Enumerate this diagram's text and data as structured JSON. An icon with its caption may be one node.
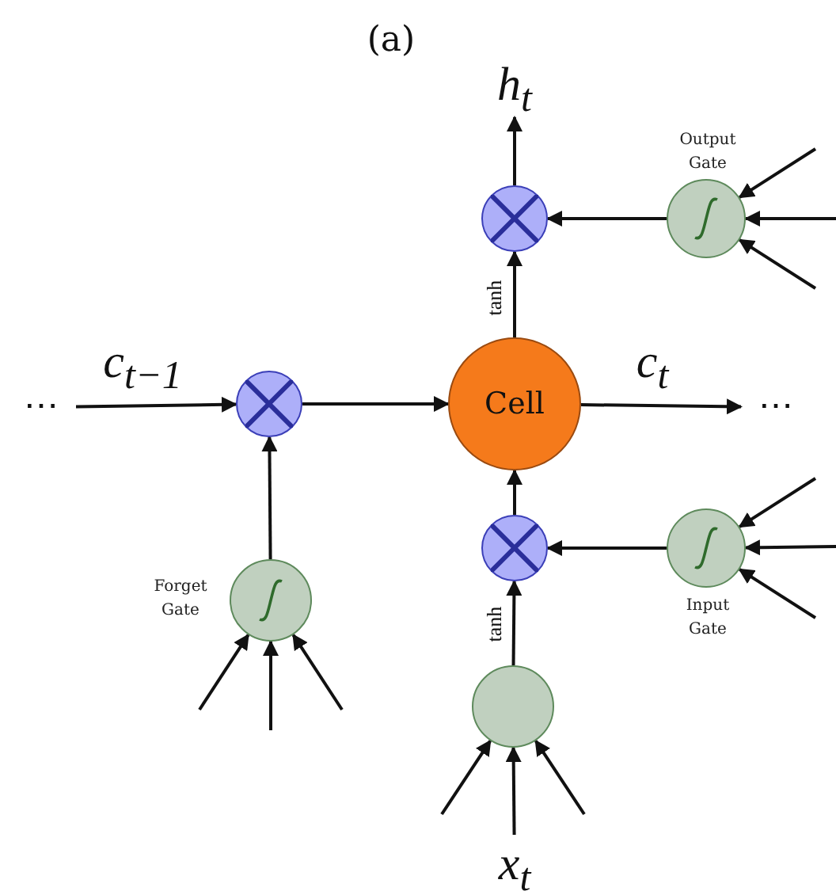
{
  "diagram": {
    "nodes": [
      {
        "text": [
          "h$_{t}$"
        ]
      },
      {
        "text": [],
        "shape": "circle"
      },
      {
        "text": [
          "Output Gate"
        ]
      },
      {
        "text": [],
        "shape": "circle"
      },
      {
        "text": [
          "Cell"
        ]
      },
      {
        "text": [],
        "shape": "circle"
      },
      {
        "text": [
          "Input Gate"
        ]
      },
      {
        "text": [
          "Forget Gate"
        ]
      },
      {
        "text": [],
        "shape": "circle"
      },
      {
        "text": [
          "x$_{t}$"
        ]
      },
      {
        "text": [
          "⋯"
        ]
      },
      {
        "text": [
          "⋯"
        ]
      }
    ],
    "edges": [
      {
        "from": 1,
        "to": 0,
        "arrow": "to"
      },
      {
        "from": 2,
        "to": 1,
        "arrow": "to"
      },
      {
        "from": 10,
        "to": 3,
        "arrow": "to",
        "label": "c$_{t−1}$"
      },
      {
        "from": 3,
        "to": 4,
        "arrow": "to"
      },
      {
        "from": 4,
        "to": 11,
        "arrow": "to",
        "label": "c$_{t}$"
      },
      {
        "from": 4,
        "to": 1,
        "arrow": "to",
        "label": "tanh"
      },
      {
        "from": 5,
        "to": 4,
        "arrow": "to"
      },
      {
        "from": 6,
        "to": 5,
        "arrow": "to"
      },
      {
        "from": 7,
        "to": 3,
        "arrow": "to"
      },
      {
        "from": 8,
        "to": 5,
        "arrow": "to",
        "label": "tanh"
      },
      {
        "from": 9,
        "to": 8,
        "arrow": "to"
      },
      {
        "from": null,
        "to": 2,
        "arrow": "to"
      },
      {
        "from": null,
        "to": 2,
        "arrow": "to"
      },
      {
        "from": null,
        "to": 2,
        "arrow": "to"
      },
      {
        "from": null,
        "to": 6,
        "arrow": "to"
      },
      {
        "from": null,
        "to": 6,
        "arrow": "to"
      },
      {
        "from": null,
        "to": 6,
        "arrow": "to"
      },
      {
        "from": null,
        "to": 7,
        "arrow": "to"
      },
      {
        "from": null,
        "to": 7,
        "arrow": "to"
      },
      {
        "from": null,
        "to": 7,
        "arrow": "to"
      },
      {
        "from": null,
        "to": 8,
        "arrow": "to"
      },
      {
        "from": null,
        "to": 8,
        "arrow": "to"
      }
    ],
    "labels": [
      "(a)"
    ]
  }
}
